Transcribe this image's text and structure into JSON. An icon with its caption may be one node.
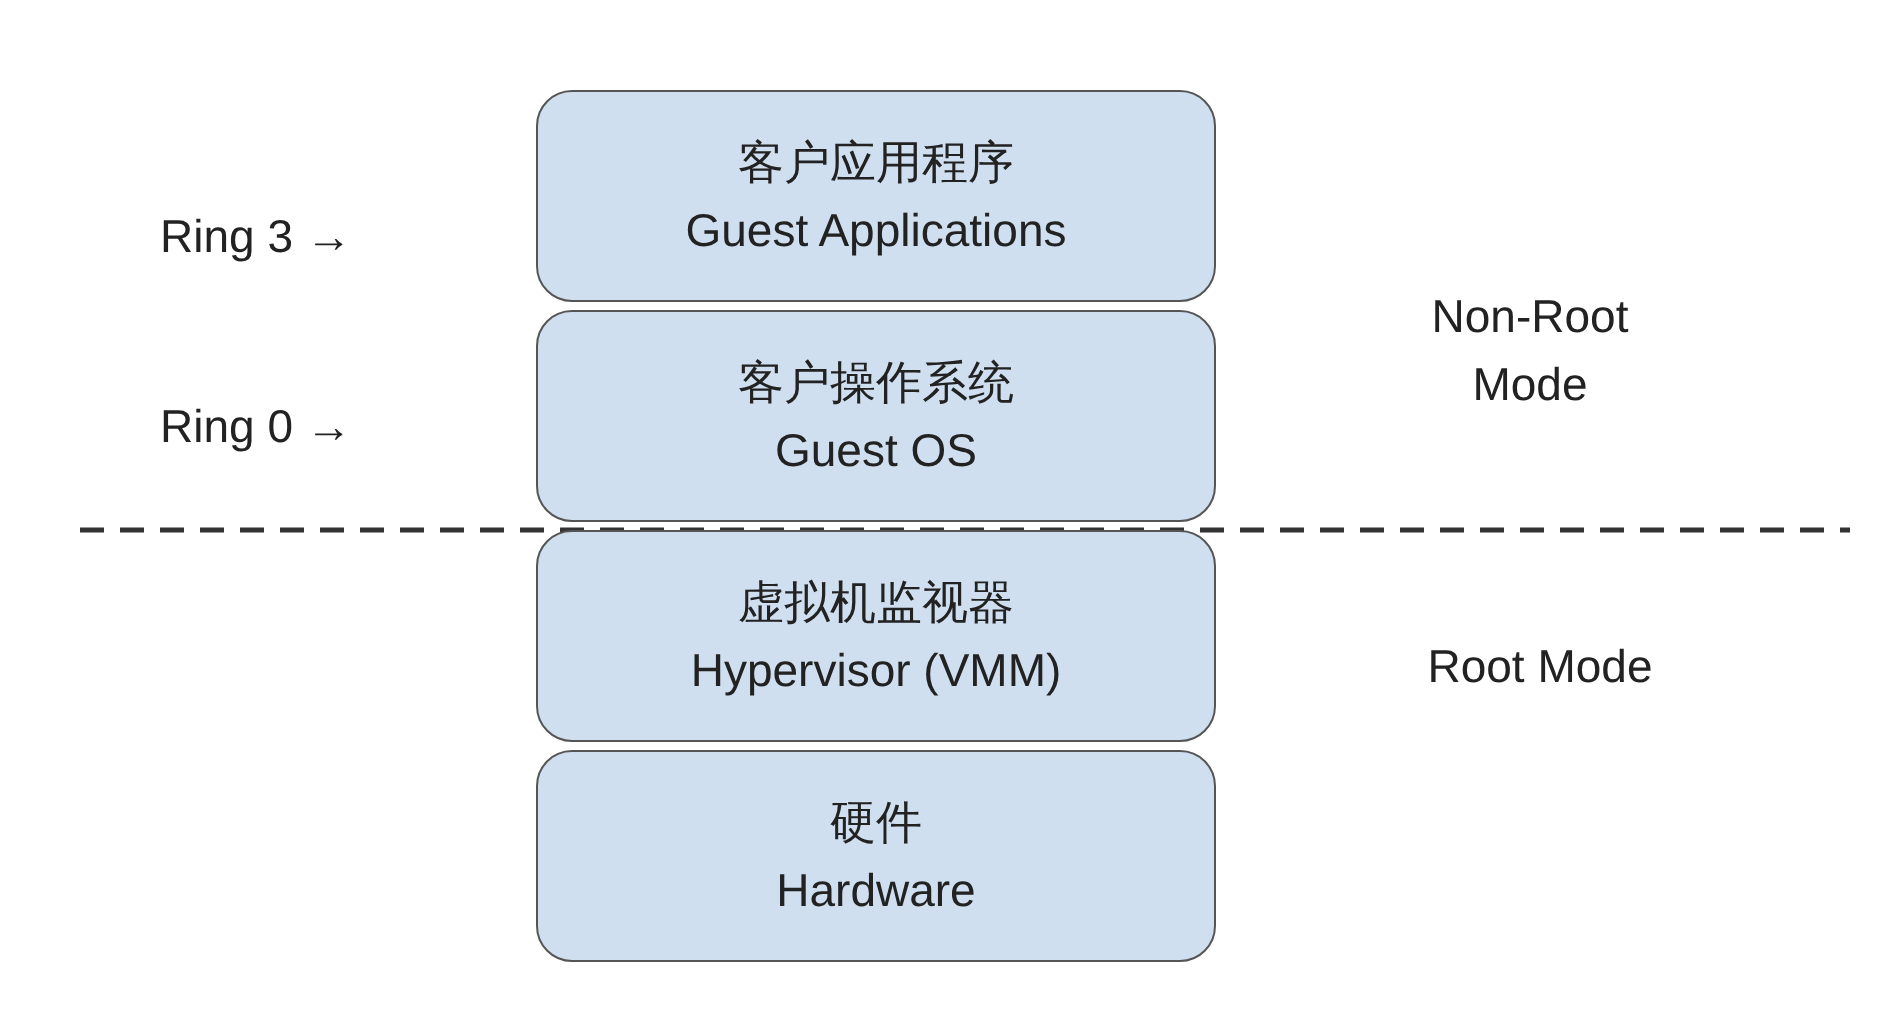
{
  "diagram": {
    "nodes": [
      {
        "text": [
          "客户应用程序",
          "Guest Applications"
        ]
      },
      {
        "text": [
          "客户操作系统",
          "Guest OS"
        ]
      },
      {
        "text": [
          "虚拟机监视器",
          "Hypervisor (VMM)"
        ]
      },
      {
        "text": [
          "硬件",
          "Hardware"
        ]
      }
    ],
    "edges": [],
    "labels": [
      "Ring 3 →",
      "Ring 0 →",
      "Non-Root Mode",
      "Root Mode"
    ]
  }
}
